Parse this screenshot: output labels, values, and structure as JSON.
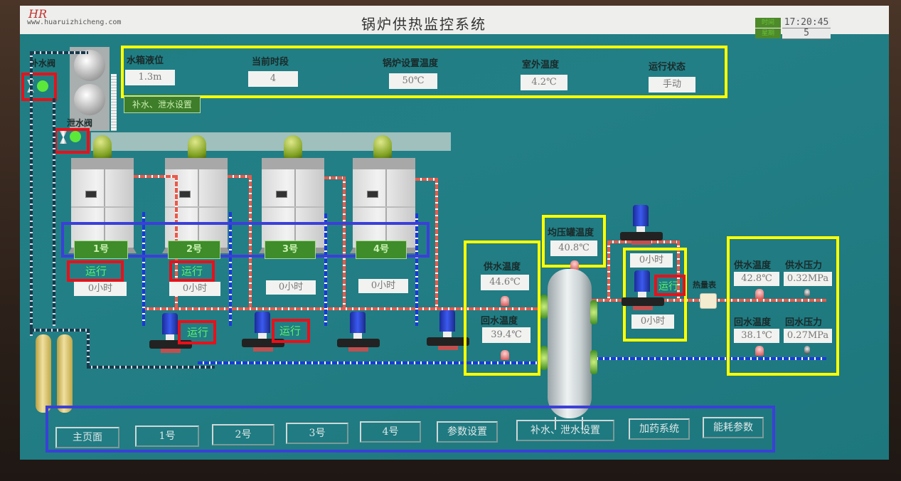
{
  "header": {
    "logo_text": "HR",
    "website": "www.huaruizhicheng.com",
    "title": "锅炉供热监控系统",
    "time_label": "时间",
    "time_value": "17:20:45",
    "weekday_label": "星期",
    "weekday_value": "5"
  },
  "summary": {
    "tank_level": {
      "label": "水箱液位",
      "value": "1.3m"
    },
    "current_period": {
      "label": "当前时段",
      "value": "4"
    },
    "boiler_set_temp": {
      "label": "锅炉设置温度",
      "value": "50℃"
    },
    "outdoor_temp": {
      "label": "室外温度",
      "value": "4.2℃"
    },
    "run_state": {
      "label": "运行状态",
      "value": "手动"
    },
    "settings_button": "补水、泄水设置"
  },
  "valves": {
    "makeup_valve": {
      "label": "补水阀",
      "state_color": "#5ce83a"
    },
    "drain_valve": {
      "label": "泄水阀",
      "state_color": "#5ce83a"
    }
  },
  "boilers": [
    {
      "name": "1号",
      "status": "运行",
      "hours": "0小时"
    },
    {
      "name": "2号",
      "status": "运行",
      "hours": "0小时"
    },
    {
      "name": "3号",
      "status": "",
      "hours": "0小时"
    },
    {
      "name": "4号",
      "status": "",
      "hours": "0小时"
    }
  ],
  "circ_pumps": [
    {
      "status": "运行"
    },
    {
      "status": "运行"
    },
    {
      "status": ""
    },
    {
      "status": ""
    }
  ],
  "primary": {
    "supply_temp": {
      "label": "供水温度",
      "value": "44.6℃"
    },
    "return_temp": {
      "label": "回水温度",
      "value": "39.4℃"
    },
    "buffer_tank_temp": {
      "label": "均压罐温度",
      "value": "40.8℃"
    }
  },
  "secondary_pumps": {
    "upper_hours": "0小时",
    "lower_status": "运行",
    "lower_hours": "0小时"
  },
  "heat_meter_label": "热量表",
  "secondary": {
    "supply_temp": {
      "label": "供水温度",
      "value": "42.8℃"
    },
    "supply_pressure": {
      "label": "供水压力",
      "value": "0.32MPa"
    },
    "return_temp": {
      "label": "回水温度",
      "value": "38.1℃"
    },
    "return_pressure": {
      "label": "回水压力",
      "value": "0.27MPa"
    }
  },
  "nav": [
    "主页面",
    "1号",
    "2号",
    "3号",
    "4号",
    "参数设置",
    "补水、泄水设置",
    "加药系统",
    "能耗参数"
  ],
  "colors": {
    "background": "#1f7d82",
    "running_text": "#5cf06a",
    "annotation_yellow": "#ffff00",
    "annotation_red": "#e8101a",
    "annotation_blue": "#3b3fd8",
    "hot_pipe": "#e85a4a",
    "cold_pipe": "#1a3ad8"
  }
}
